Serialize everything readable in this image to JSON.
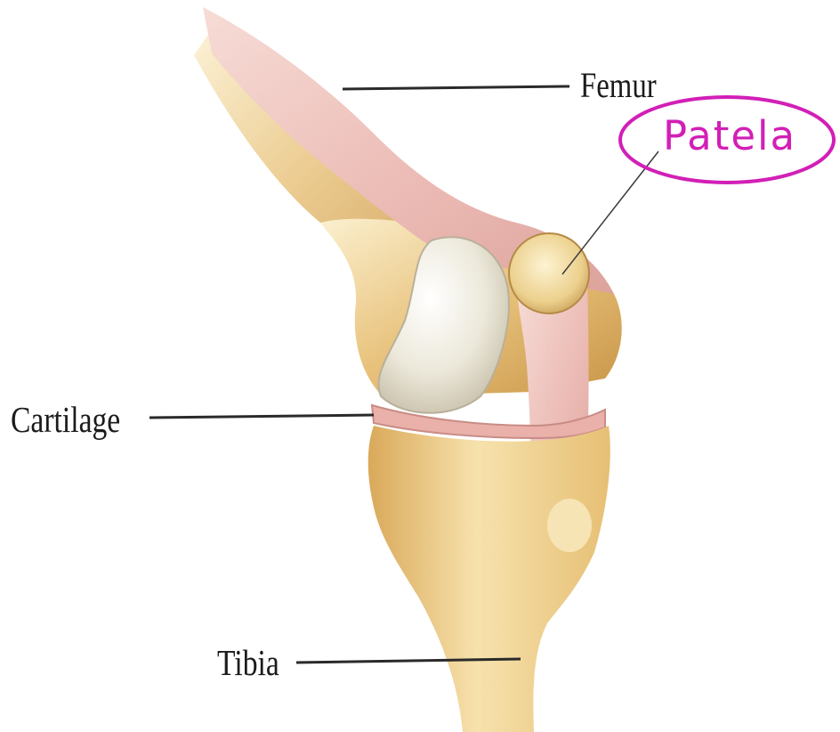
{
  "labels": {
    "femur": "Femur",
    "patela": "Patela",
    "cartilage": "Cartilage",
    "tibia": "Tibia"
  },
  "colors": {
    "bone": "#e6c27a",
    "bone_light": "#f6e6b8",
    "tendon": "#f0c7c2",
    "cartilage": "#ece8dc",
    "highlight_circle": "#d21fb6",
    "leader_line": "#2a2a2a"
  }
}
